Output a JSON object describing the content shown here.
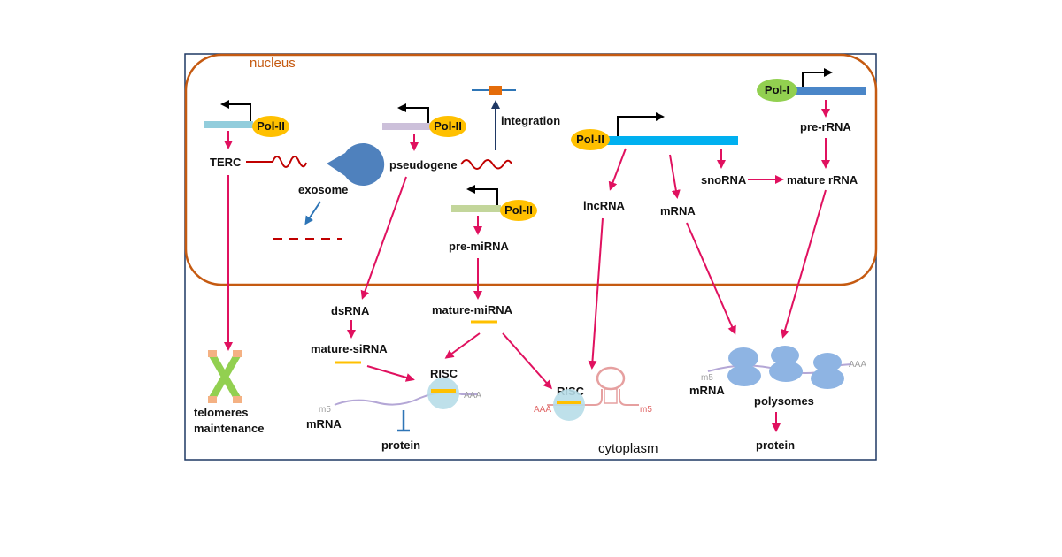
{
  "regions": {
    "nucleus": "nucleus",
    "cytoplasm": "cytoplasm"
  },
  "polymerase": {
    "pol2": "Pol-II",
    "pol1": "Pol-I"
  },
  "labels": {
    "terc": "TERC",
    "exosome": "exosome",
    "pseudogene": "pseudogene",
    "integration": "integration",
    "pre_mirna": "pre-miRNA",
    "lncrna": "lncRNA",
    "mrna_nucleus": "mRNA",
    "snorna": "snoRNA",
    "pre_rrna": "pre-rRNA",
    "mature_rrna": "mature rRNA",
    "dsrna": "dsRNA",
    "mature_mirna": "mature-miRNA",
    "mature_sirna": "mature-siRNA",
    "risc_1": "RISC",
    "risc_2": "RISC",
    "aaa_1": "AAA",
    "aaa_2": "AAA",
    "aaa_3": "AAA",
    "m5_1": "m5",
    "m5_2": "m5",
    "m5_3": "m5",
    "mrna_left": "mRNA",
    "mrna_right": "mRNA",
    "protein_left": "protein",
    "protein_right": "protein",
    "polysomes": "polysomes",
    "telomeres": "telomeres",
    "maintenance": "maintenance"
  },
  "colors": {
    "arrow": "#e0115f",
    "nucleus_border": "#c55a11",
    "pol_fill": "#ffc000",
    "pol1_fill": "#92d050",
    "ribosome": "#8eb4e3",
    "exosome": "#4f81bd"
  }
}
